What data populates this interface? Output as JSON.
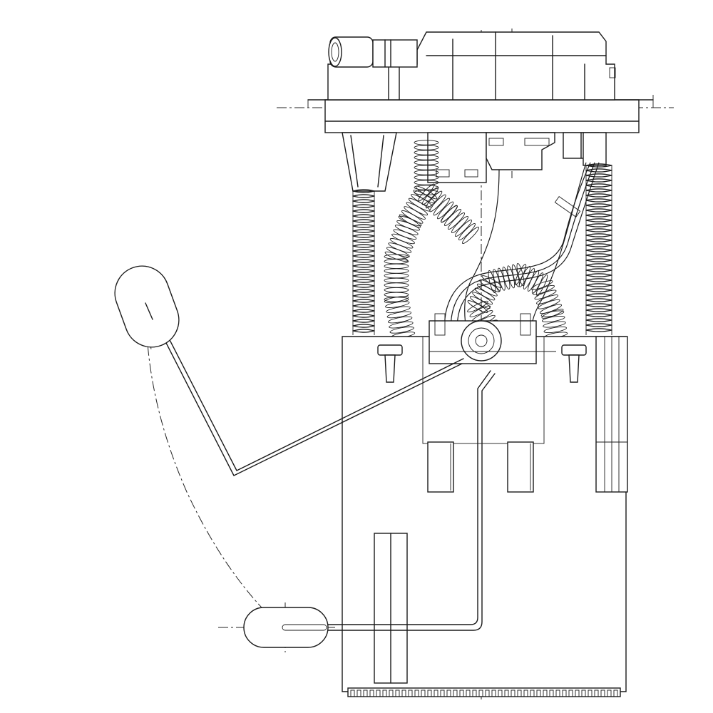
{
  "drawing": {
    "description_hidden": "",
    "colors": {
      "line": "#1a1a1a",
      "background": "#ffffff"
    },
    "components": [
      "mounting-flange",
      "fuel-outlet-connector",
      "electrical-connector",
      "coil-springs",
      "corrugated-hoses",
      "wire-harness",
      "pump-reservoir",
      "level-sender-arm",
      "float-upper-position",
      "float-lower-position",
      "pump-motor-inlets",
      "fuel-filter"
    ]
  }
}
